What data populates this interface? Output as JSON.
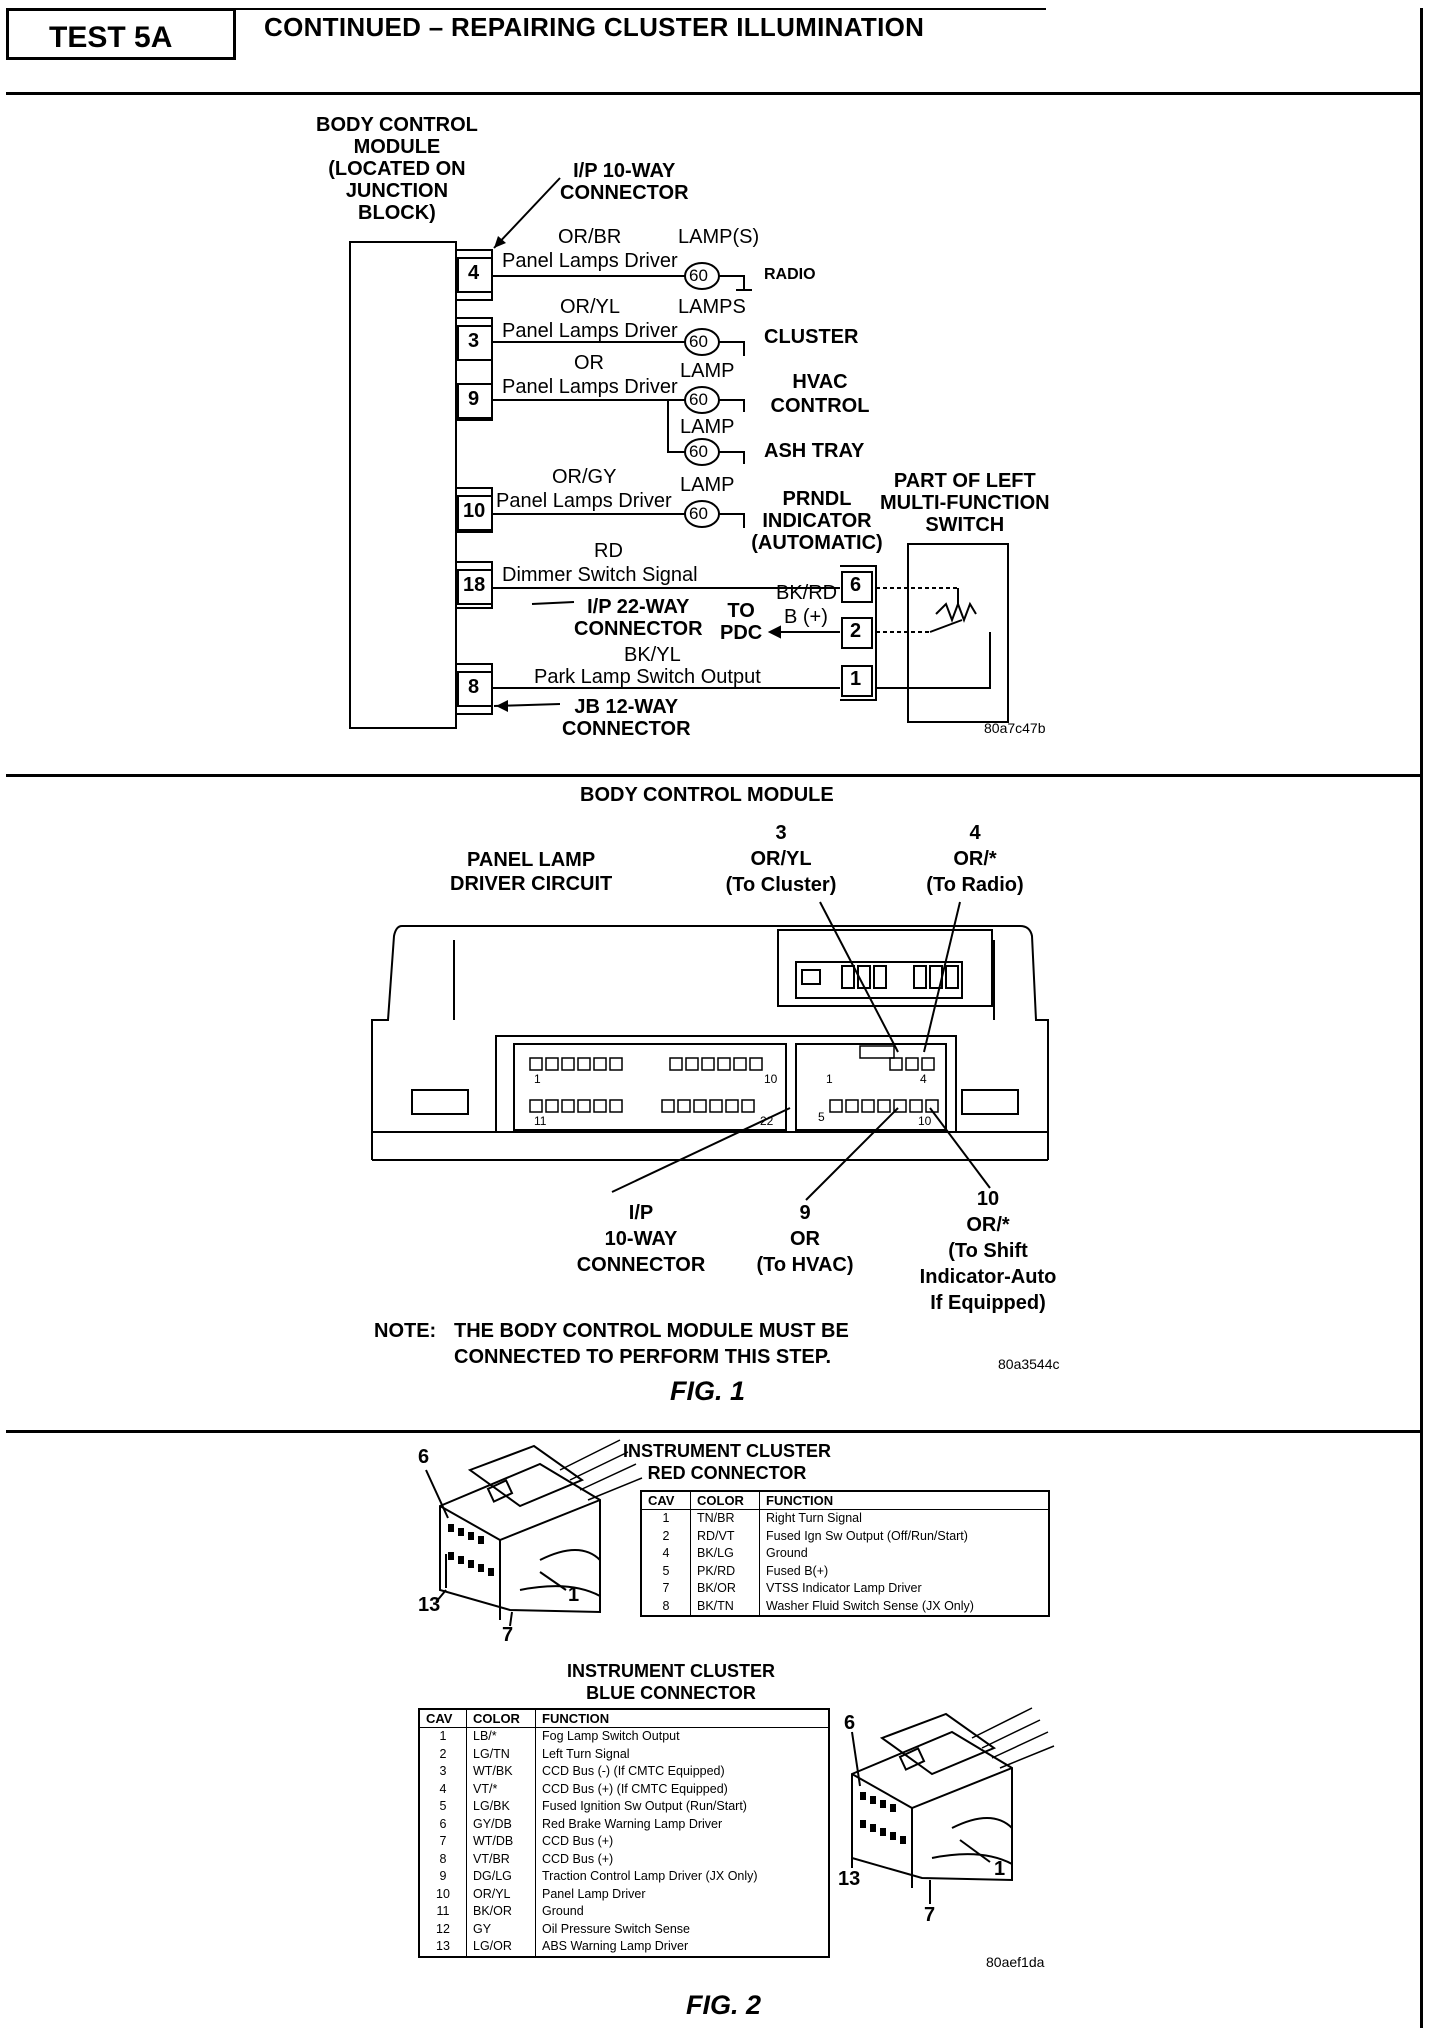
{
  "header": {
    "test": "TEST 5A",
    "title": "CONTINUED – REPAIRING CLUSTER ILLUMINATION"
  },
  "wiring": {
    "bcm_label": [
      "BODY CONTROL",
      "MODULE",
      "(LOCATED ON",
      "JUNCTION",
      "BLOCK)"
    ],
    "ip10_label": [
      "I/P 10-WAY",
      "CONNECTOR"
    ],
    "pins": [
      {
        "pin": "4",
        "color": "OR/BR",
        "desc": "Panel Lamps Driver",
        "lamp": "LAMP(S)",
        "dest": "RADIO"
      },
      {
        "pin": "3",
        "color": "OR/YL",
        "desc": "Panel Lamps Driver",
        "lamp": "LAMPS",
        "dest": "CLUSTER"
      },
      {
        "pin": "9",
        "color": "OR",
        "desc": "Panel Lamps Driver",
        "lamp": "LAMP",
        "dest": "HVAC CONTROL"
      },
      {
        "pin": "",
        "color": "",
        "desc": "",
        "lamp": "LAMP",
        "dest": "ASH TRAY"
      },
      {
        "pin": "10",
        "color": "OR/GY",
        "desc": "Panel Lamps Driver",
        "lamp": "LAMP",
        "dest": "PRNDL INDICATOR (AUTOMATIC)"
      }
    ],
    "pin18": {
      "pin": "18",
      "color": "RD",
      "desc": "Dimmer Switch Signal"
    },
    "ip22_label": [
      "I/P 22-WAY",
      "CONNECTOR"
    ],
    "to_pdc": [
      "TO",
      "PDC"
    ],
    "bkrd": "BK/RD",
    "bplus": "B (+)",
    "pin8": {
      "pin": "8",
      "color": "BK/YL",
      "desc": "Park Lamp Switch Output"
    },
    "jb12_label": [
      "JB 12-WAY",
      "CONNECTOR"
    ],
    "switch_label": [
      "PART OF LEFT",
      "MULTI-FUNCTION",
      "SWITCH"
    ],
    "switch_pins": [
      "6",
      "2",
      "1"
    ],
    "lamp_glyph": "60",
    "ref": "80a7c47b"
  },
  "fig1": {
    "title": "BODY CONTROL MODULE",
    "panel_lamp": [
      "PANEL LAMP",
      "DRIVER CIRCUIT"
    ],
    "pin3": [
      "3",
      "OR/YL",
      "(To Cluster)"
    ],
    "pin4": [
      "4",
      "OR/*",
      "(To Radio)"
    ],
    "ip10": [
      "I/P",
      "10-WAY",
      "CONNECTOR"
    ],
    "pin9": [
      "9",
      "OR",
      "(To HVAC)"
    ],
    "pin10": [
      "10",
      "OR/*",
      "(To Shift",
      "Indicator-Auto",
      "If Equipped)"
    ],
    "connector_nums": [
      "1",
      "10",
      "1",
      "4",
      "11",
      "22",
      "5",
      "10"
    ],
    "note": [
      "NOTE:",
      "THE BODY CONTROL MODULE MUST BE",
      "CONNECTED TO PERFORM THIS STEP."
    ],
    "ref": "80a3544c",
    "caption": "FIG. 1"
  },
  "fig2": {
    "red": {
      "title": [
        "INSTRUMENT CLUSTER",
        "RED CONNECTOR"
      ],
      "headers": [
        "CAV",
        "COLOR",
        "FUNCTION"
      ],
      "rows": [
        [
          "1",
          "TN/BR",
          "Right Turn Signal"
        ],
        [
          "2",
          "RD/VT",
          "Fused Ign Sw Output (Off/Run/Start)"
        ],
        [
          "4",
          "BK/LG",
          "Ground"
        ],
        [
          "5",
          "PK/RD",
          "Fused B(+)"
        ],
        [
          "7",
          "BK/OR",
          "VTSS Indicator Lamp Driver"
        ],
        [
          "8",
          "BK/TN",
          "Washer Fluid Switch Sense (JX Only)"
        ]
      ],
      "callouts": [
        "6",
        "13",
        "7",
        "1"
      ]
    },
    "blue": {
      "title": [
        "INSTRUMENT CLUSTER",
        "BLUE CONNECTOR"
      ],
      "headers": [
        "CAV",
        "COLOR",
        "FUNCTION"
      ],
      "rows": [
        [
          "1",
          "LB/*",
          "Fog Lamp Switch Output"
        ],
        [
          "2",
          "LG/TN",
          "Left Turn Signal"
        ],
        [
          "3",
          "WT/BK",
          "CCD Bus (-) (If CMTC Equipped)"
        ],
        [
          "4",
          "VT/*",
          "CCD Bus (+) (If CMTC Equipped)"
        ],
        [
          "5",
          "LG/BK",
          "Fused Ignition Sw Output (Run/Start)"
        ],
        [
          "6",
          "GY/DB",
          "Red Brake Warning Lamp Driver"
        ],
        [
          "7",
          "WT/DB",
          "CCD Bus (+)"
        ],
        [
          "8",
          "VT/BR",
          "CCD Bus (+)"
        ],
        [
          "9",
          "DG/LG",
          "Traction Control Lamp Driver (JX Only)"
        ],
        [
          "10",
          "OR/YL",
          "Panel Lamp Driver"
        ],
        [
          "11",
          "BK/OR",
          "Ground"
        ],
        [
          "12",
          "GY",
          "Oil Pressure Switch Sense"
        ],
        [
          "13",
          "LG/OR",
          "ABS Warning Lamp Driver"
        ]
      ],
      "callouts": [
        "6",
        "13",
        "7",
        "1"
      ]
    },
    "ref": "80aef1da",
    "caption": "FIG. 2"
  }
}
